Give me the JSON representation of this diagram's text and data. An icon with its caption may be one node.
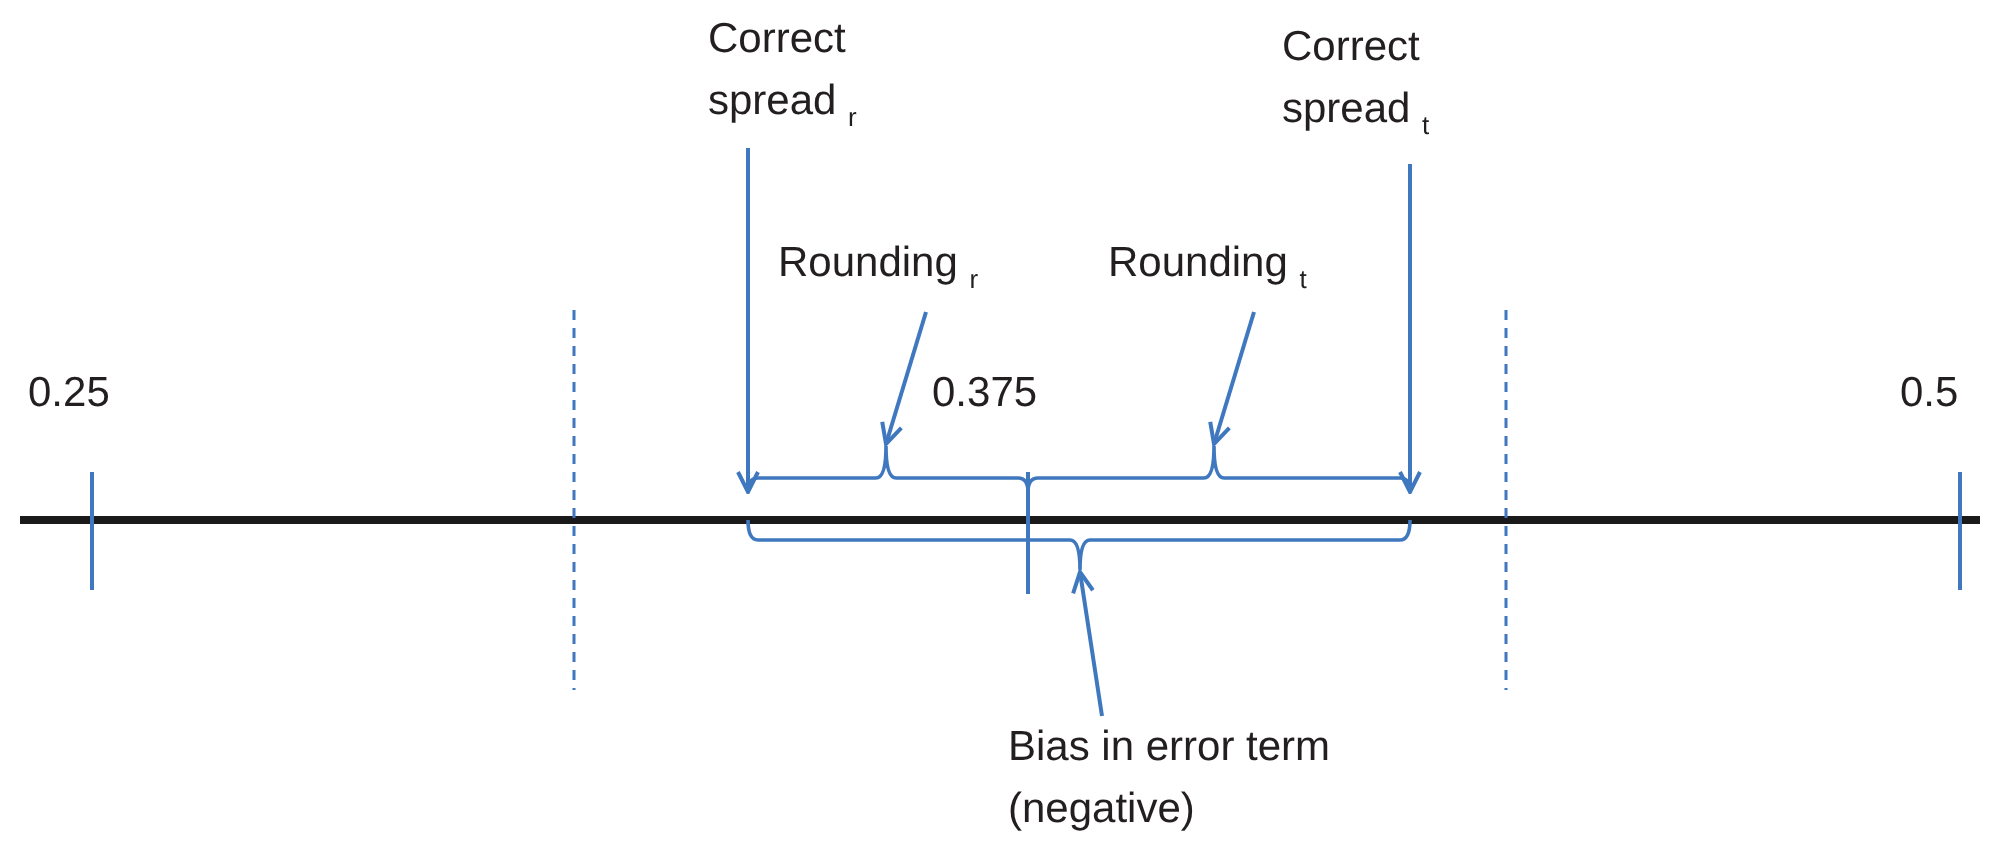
{
  "diagram": {
    "nodes": [
      {
        "text": [
          "Correct spread $_{r}$"
        ]
      },
      {
        "text": [
          "Correct spread $_{t}$"
        ]
      },
      {
        "text": [
          "Rounding $_{r}$"
        ]
      },
      {
        "text": [
          "Rounding $_{t}$"
        ]
      },
      {
        "text": [],
        "shape": "brace"
      },
      {
        "text": [],
        "shape": "brace"
      },
      {
        "text": [],
        "shape": "brace"
      },
      {
        "text": [
          "Bias in error term (negative)"
        ]
      }
    ],
    "edges": [
      {
        "from": 0,
        "to": 4,
        "arrow": "to"
      },
      {
        "from": 1,
        "to": 5,
        "arrow": "to"
      },
      {
        "from": 2,
        "to": 4,
        "arrow": "to"
      },
      {
        "from": 3,
        "to": 5,
        "arrow": "to"
      },
      {
        "from": 7,
        "to": 6,
        "arrow": "to"
      }
    ],
    "labels": [
      "0.25",
      "0.375",
      "0.5"
    ]
  }
}
